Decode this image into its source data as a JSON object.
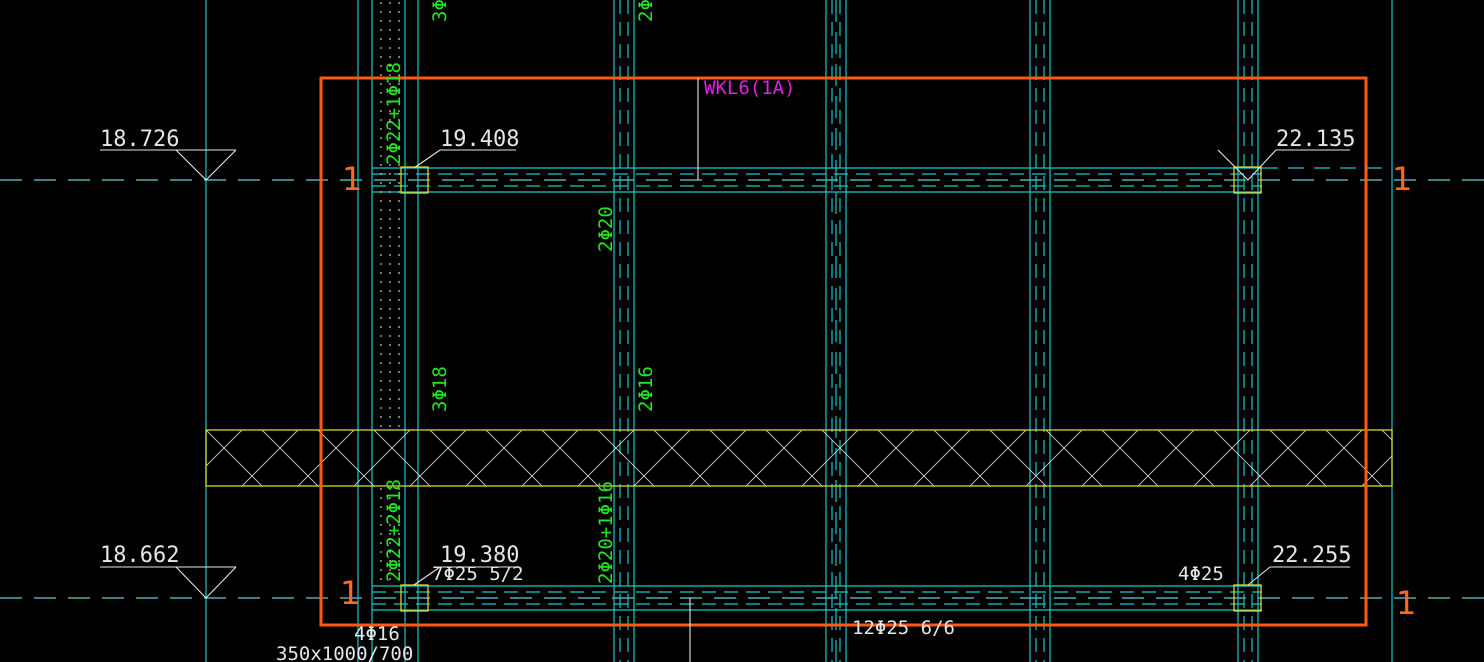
{
  "drawing": {
    "elevation_labels": [
      {
        "id": "tl-outer",
        "text": "18.726"
      },
      {
        "id": "tl-inner",
        "text": "19.408"
      },
      {
        "id": "tr",
        "text": "22.135"
      },
      {
        "id": "bl-outer",
        "text": "18.662"
      },
      {
        "id": "bl-inner",
        "text": "19.380"
      },
      {
        "id": "br",
        "text": "22.255"
      }
    ],
    "beam_label": "WKL6(1A)",
    "section_marks": [
      "1",
      "1",
      "1",
      "1"
    ],
    "rebar_labels": {
      "top_left_clip": "3Φ",
      "top_mid_clip": "2Φ",
      "left_top": "2Φ22+1Φ18",
      "mid_top": "2Φ20",
      "left_mid": "3Φ18",
      "mid_mid": "2Φ16",
      "left_bottom": "2Φ22+2Φ18",
      "mid_bottom": "2Φ20+1Φ16",
      "bottom_left": "7Φ25 5/2",
      "bottom_right": "4Φ25",
      "bottom_center": "12Φ25 6/6",
      "column_bars": "4Φ16",
      "column_size": "350x1000/700"
    },
    "colors": {
      "background": "#000000",
      "outline": "#ff5a14",
      "grid": "#18c8c8",
      "rebar_text": "#22e622",
      "beam_text": "#e020e0",
      "hatch": "#e8e820",
      "elevation_text": "#e6e6e6"
    }
  }
}
